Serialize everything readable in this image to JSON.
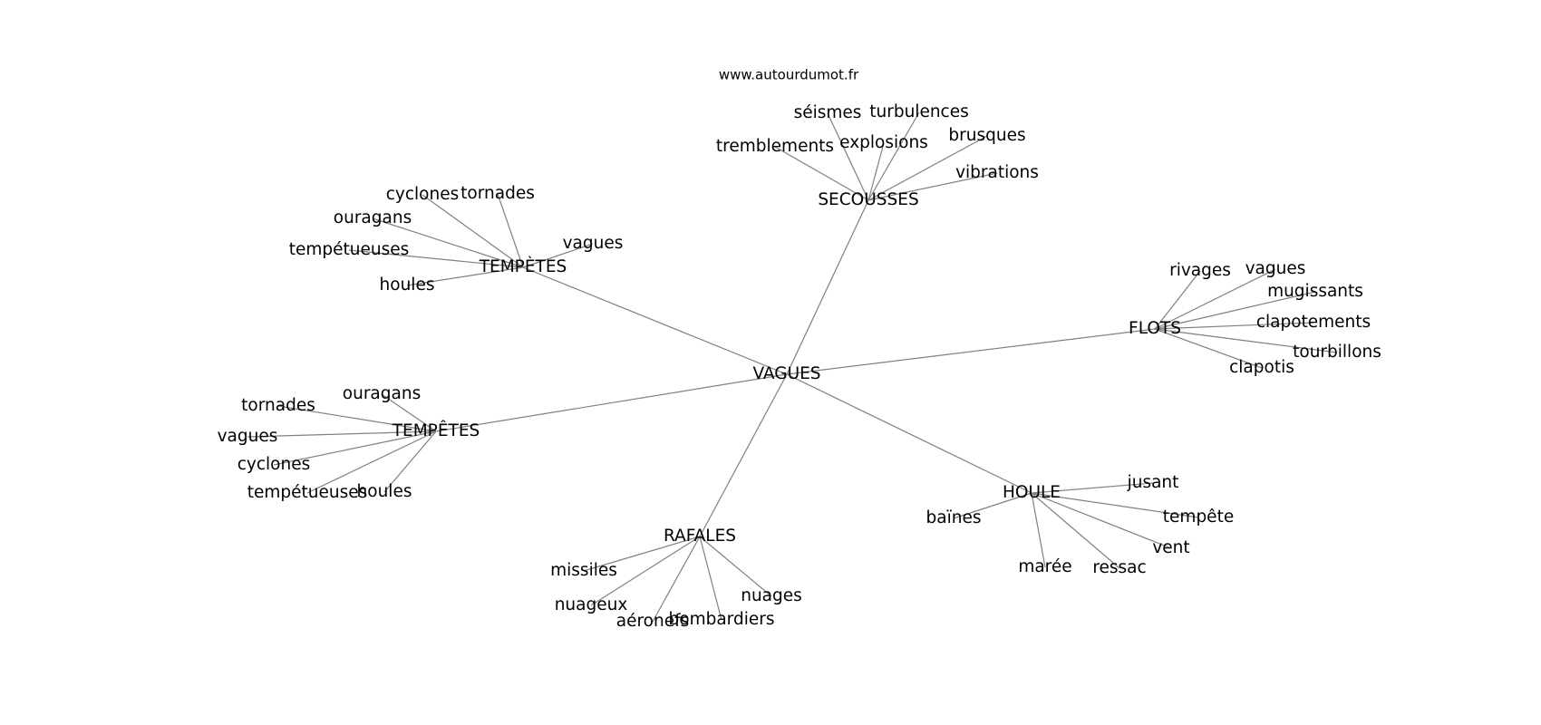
{
  "source": "www.autourdumot.fr",
  "graph": {
    "center": "VAGUES",
    "hubs": [
      {
        "label": "SECOUSSES",
        "leaves": [
          "tremblements",
          "séismes",
          "turbulences",
          "explosions",
          "brusques",
          "vibrations"
        ]
      },
      {
        "label": "TEMPÈTES",
        "leaves": [
          "cyclones",
          "tornades",
          "ouragans",
          "tempétueuses",
          "vagues",
          "houles"
        ]
      },
      {
        "label": "FLOTS",
        "leaves": [
          "rivages",
          "vagues",
          "mugissants",
          "clapotements",
          "tourbillons",
          "clapotis"
        ]
      },
      {
        "label": "TEMPÊTES",
        "leaves": [
          "ouragans",
          "tornades",
          "vagues",
          "cyclones",
          "tempétueuses",
          "houles"
        ]
      },
      {
        "label": "HOULE",
        "leaves": [
          "jusant",
          "baïnes",
          "tempête",
          "vent",
          "marée",
          "ressac"
        ]
      },
      {
        "label": "RAFALES",
        "leaves": [
          "missiles",
          "nuageux",
          "aéronefs",
          "bombardiers",
          "nuages"
        ]
      }
    ]
  }
}
